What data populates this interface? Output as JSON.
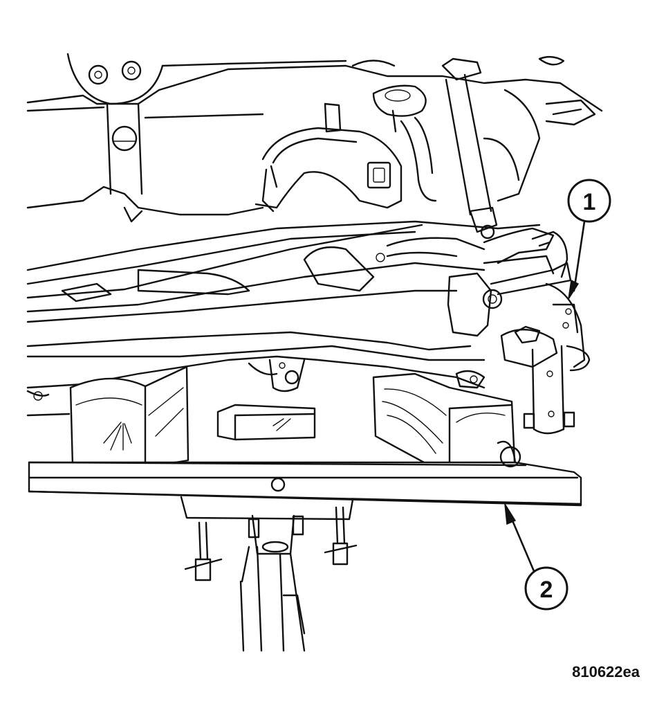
{
  "callouts": [
    {
      "label": "1"
    },
    {
      "label": "2"
    }
  ],
  "figure_id": "810622ea"
}
